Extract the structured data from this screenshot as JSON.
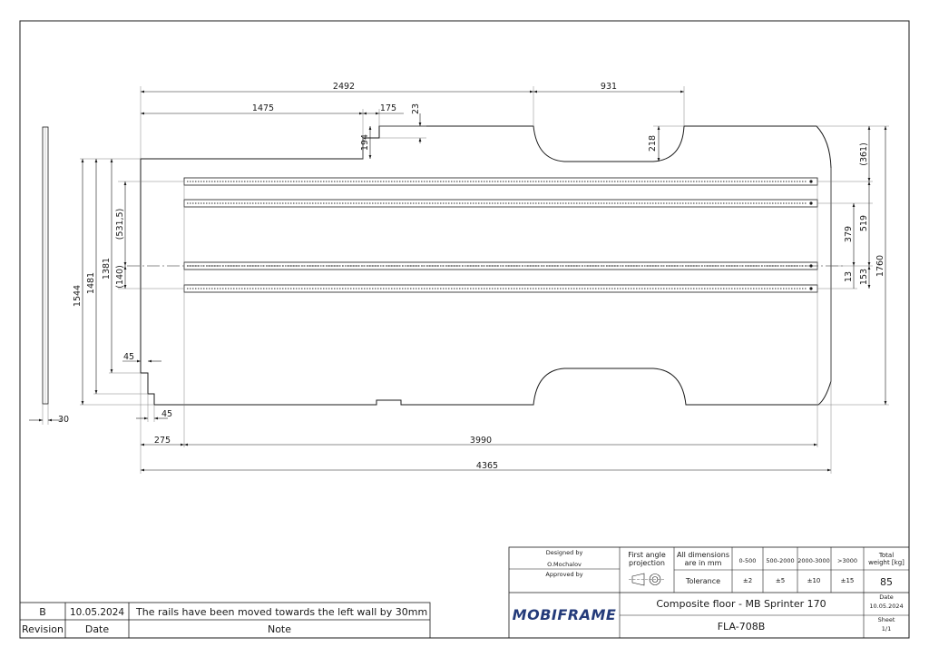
{
  "drawing": {
    "dimensions": {
      "d2492": "2492",
      "d931": "931",
      "d1475": "1475",
      "d175": "175",
      "d23": "23",
      "d194": "194",
      "d218": "218",
      "d361": "(361)",
      "d519": "519",
      "d379": "379",
      "d1760": "1760",
      "d153": "153",
      "d13": "13",
      "d1544": "1544",
      "d1481": "1481",
      "d1381": "1381",
      "d531": "(531,5)",
      "d140": "(140)",
      "d45a": "45",
      "d45b": "45",
      "d30": "30",
      "d275": "275",
      "d3990": "3990",
      "d4365": "4365"
    }
  },
  "revision": {
    "rev": "B",
    "date": "10.05.2024",
    "note": "The rails have been moved towards the left wall by 30mm",
    "head_revision": "Revision",
    "head_date": "Date",
    "head_note": "Note"
  },
  "title_block": {
    "designed_by_label": "Designed by",
    "designer": "O.Mochalov",
    "approved_by_label": "Approved by",
    "projection_line1": "First angle",
    "projection_line2": "projection",
    "units_line1": "All dimensions",
    "units_line2": "are in mm",
    "tolerance_label": "Tolerance",
    "ranges": [
      "0-500",
      "500-2000",
      "2000-3000",
      ">3000"
    ],
    "tolerances": [
      "±2",
      "±5",
      "±10",
      "±15"
    ],
    "weight_label_1": "Total",
    "weight_label_2": "weight [kg]",
    "weight": "85",
    "logo": "MOBIFRAME",
    "title": "Composite floor - MB Sprinter 170",
    "part_number": "FLA-708B",
    "date_label": "Date",
    "date": "10.05.2024",
    "sheet_label": "Sheet",
    "sheet": "1/1"
  }
}
